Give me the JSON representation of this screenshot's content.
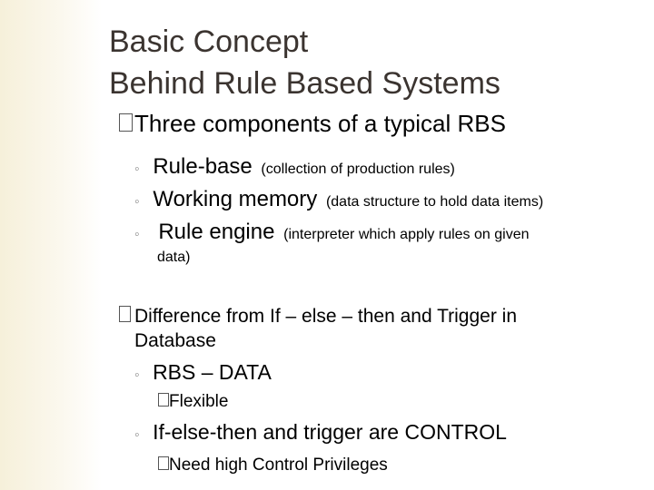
{
  "title": {
    "line1": "Basic Concept",
    "line2": "Behind Rule Based Systems"
  },
  "bullets": [
    {
      "text": "Three components of a typical RBS",
      "sub": [
        {
          "main": "Rule-base",
          "note": "(collection of production rules)"
        },
        {
          "main": "Working memory",
          "note": "(data structure to hold data items)"
        },
        {
          "main": "Rule engine",
          "note": "(interpreter which apply rules on given",
          "note2": "data)"
        }
      ]
    },
    {
      "text": "Difference from If – else – then and  Trigger in",
      "text2": "Database",
      "sub": [
        {
          "main": "RBS – DATA",
          "subsub": "Flexible"
        },
        {
          "main": "If-else-then and trigger are CONTROL",
          "subsub": "Need high Control Privileges"
        }
      ]
    }
  ],
  "sub_bullet_glyph": "◦",
  "colors": {
    "title": "#3b3430",
    "band": "#f6f0da",
    "sub_bullet": "#888888"
  }
}
